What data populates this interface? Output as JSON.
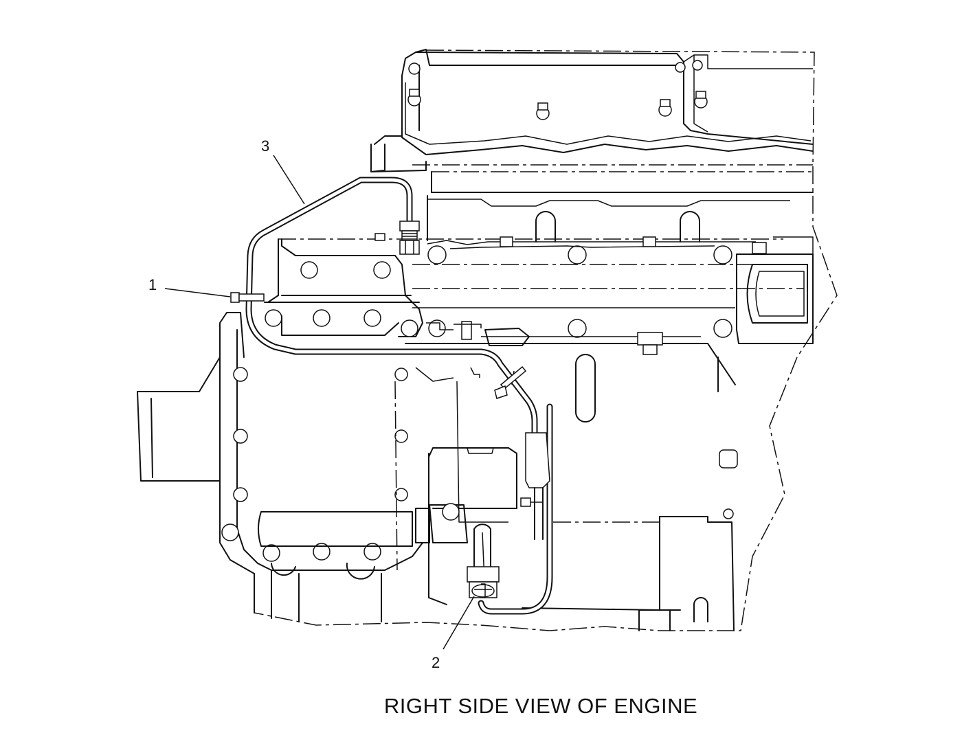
{
  "diagram": {
    "caption": "RIGHT SIDE VIEW OF ENGINE",
    "callouts": [
      {
        "id": "1",
        "label": "1"
      },
      {
        "id": "2",
        "label": "2"
      },
      {
        "id": "3",
        "label": "3"
      }
    ]
  }
}
